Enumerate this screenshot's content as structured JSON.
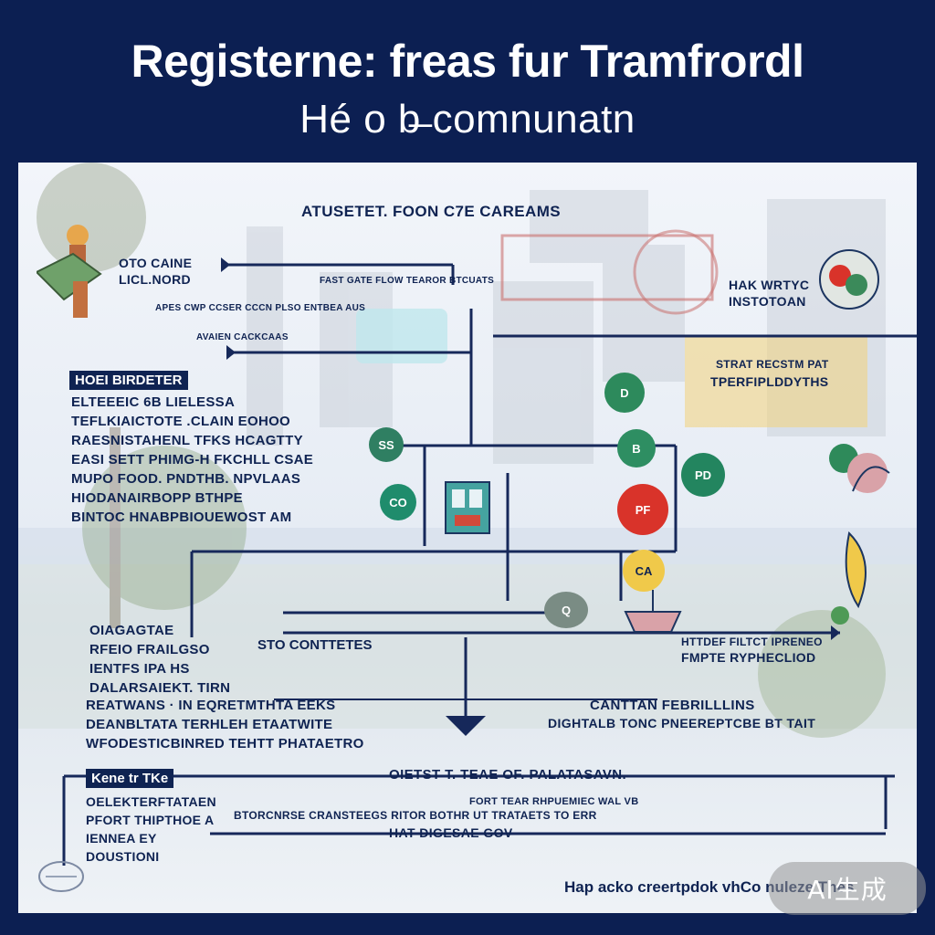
{
  "header": {
    "title_line1": "Registerne: freas fur Tramfrordl",
    "title_line2": "Hé o b̶ comnunatn"
  },
  "diagram": {
    "heading": "ATUSETET. FOON C7E CAREAMS",
    "top_left_label": [
      "OTO CAINE",
      "LICL.NORD"
    ],
    "top_left_sub": "APES CWP CCSER CCCN PLSO ENTBEA AUS",
    "top_line_label": "FAST GATE FLOW TEAROR BTCUATS",
    "mid_small_label": "AVAIEN CACKCAAS",
    "right_top_label": [
      "HAK WRTYC",
      "INSTOTOAN"
    ],
    "right_mid_label": [
      "STRAT RECSTM PAT",
      "TPERFIPLDDYTHS"
    ],
    "sto_label": "STO CONTTETES",
    "right_lower_label": [
      "HTTDEF FILTCT IPRENEO",
      "FMPTE RYPHECLIOD"
    ],
    "right_bottom_label": [
      "CANTTAN FEBRILLLINS",
      "DIGHTALB TONC PNEEREPTCBE BT TAIT"
    ],
    "bottom_center_label": "OIETST T. TEAE OF. PALATASAVN.",
    "bottom_center_sub": "HAT DIGESAE GOV",
    "bottom_right_small": "FORT TEAR RHPUEMIEC WAL VB",
    "bottom_right_line": "BTORCNRSE CRANSTEEGS RITOR BOTHR UT TRATAETS TO ERR"
  },
  "left_block_1": {
    "tag": "HOEI BIRDETER",
    "rows": [
      "ELTEEEIC 6B LIELESSA",
      "TEFLKIAICTOTE .CLAIN EOHOO",
      "RAESNISTAHENL TFKS HCAGTTY",
      "EASI SETT PHIMG-H FKCHLL CSAE",
      "MUPO FOOD. PNDTHB. NPVLAAS",
      "HIODANAIRBOPP BTHPE",
      "BINTOC HNABPBIOUEWOST AM"
    ]
  },
  "left_block_2": {
    "rows": [
      "OIAGAGTAE",
      "RFEIO FRAILGSO",
      "IENTFS IPA HS",
      "DALARSAIEKT. TIRN"
    ]
  },
  "left_block_3": {
    "rows": [
      "REATWANS · IN EQRETMTHTA EEKS",
      "DEANBLTATA TERHLEH ETAATWITE",
      "WFODESTICBINRED TEHTT PHATAETRO"
    ]
  },
  "bottom_left": {
    "tag": "Kene tr TKe",
    "rows": [
      "OELEKTERFTATAEN",
      "PFORT THIPTHOE A",
      "IENNEA EY",
      "DOUSTIONI"
    ]
  },
  "footer": {
    "credit": "Hap acko creertpdok vhCo nuleze Thes"
  },
  "watermark": {
    "text": "AI生成"
  },
  "colors": {
    "navy": "#0c1f52",
    "ink": "#0f2352",
    "teal": "#2a8a6a",
    "red": "#d9332a",
    "gold": "#f0c94a"
  },
  "nodes": {
    "n1": "SS",
    "n2": "CO",
    "n3": "D",
    "n4": "B",
    "n5": "PD",
    "n6": "PF",
    "n7": "CA",
    "n8": "Q"
  }
}
